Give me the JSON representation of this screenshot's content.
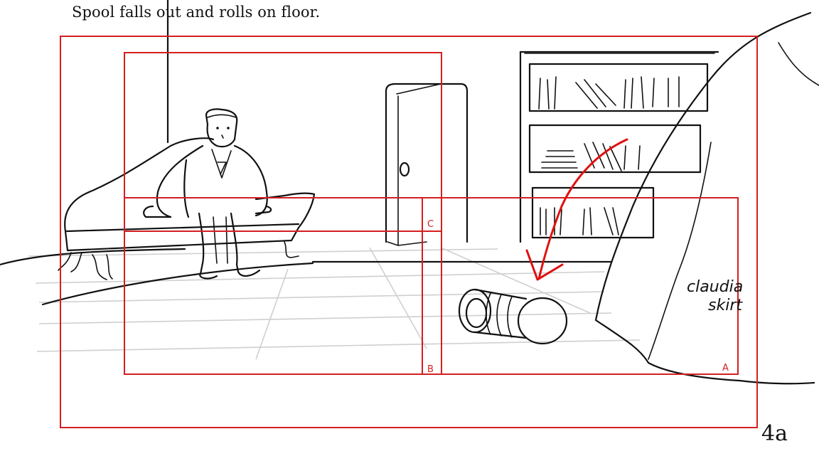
{
  "caption": "Spool falls out and rolls on floor.",
  "panel_number": "4a",
  "frame_labels": {
    "a": "A",
    "b": "B",
    "c": "C"
  },
  "note": {
    "line1": "claudia",
    "line2": "skirt"
  },
  "colors": {
    "frame_red": "#d41f1f",
    "ink": "#111111",
    "floor_grid": "#cfcfcf"
  }
}
